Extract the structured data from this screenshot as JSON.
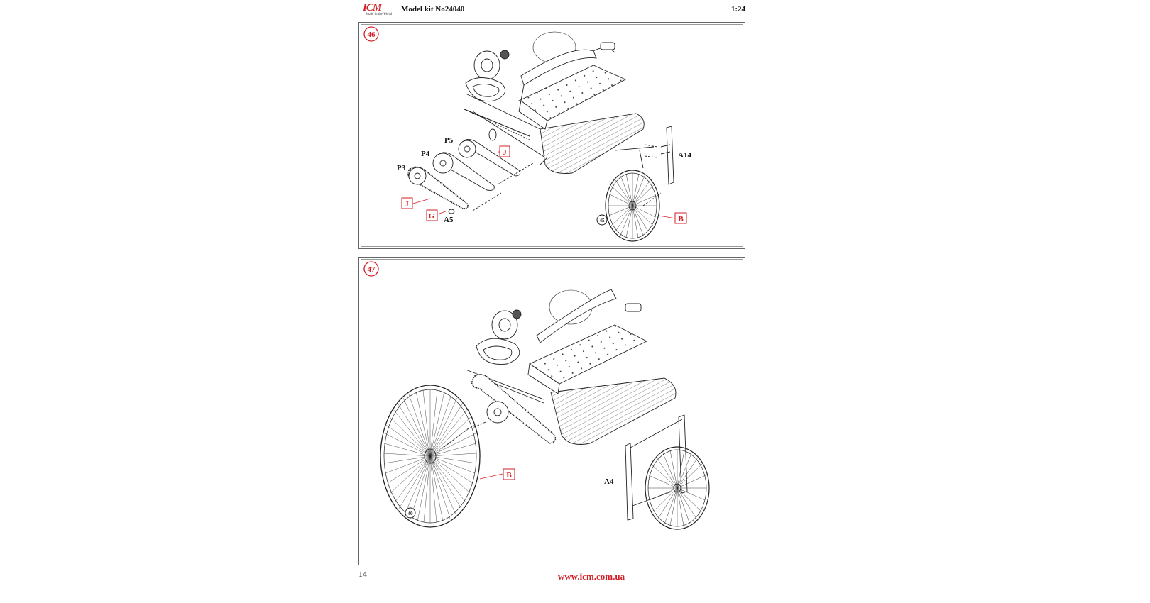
{
  "header": {
    "brand": "ICM",
    "brand_tagline": "Made in the World",
    "kit_title": "Model kit No24040",
    "scale": "1:24"
  },
  "steps": [
    {
      "number": "46",
      "labels": {
        "p5": "P5",
        "p4": "P4",
        "p3": "P3",
        "j_top": "J",
        "j_bottom": "J",
        "g": "G",
        "a5": "A5",
        "a14": "A14",
        "b": "B",
        "ref": "45"
      }
    },
    {
      "number": "47",
      "labels": {
        "b": "B",
        "ref": "40",
        "a4": "A4"
      }
    }
  ],
  "footer": {
    "page_number": "14",
    "url": "www.icm.com.ua"
  },
  "colors": {
    "accent": "#d21f26",
    "line": "#222222"
  }
}
